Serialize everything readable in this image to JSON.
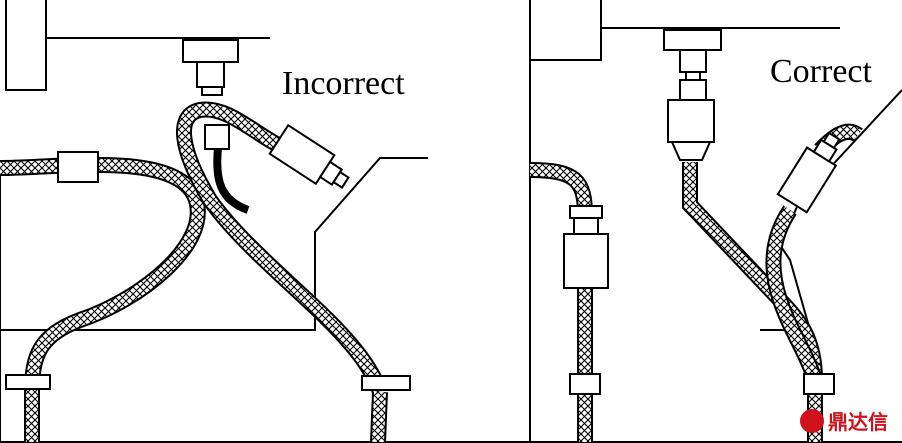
{
  "panels": {
    "left": {
      "label": "Incorrect"
    },
    "right": {
      "label": "Correct"
    }
  },
  "watermark": {
    "text": "鼎达信",
    "color": "#d0101a"
  },
  "colors": {
    "line": "#000000",
    "background": "#ffffff"
  }
}
